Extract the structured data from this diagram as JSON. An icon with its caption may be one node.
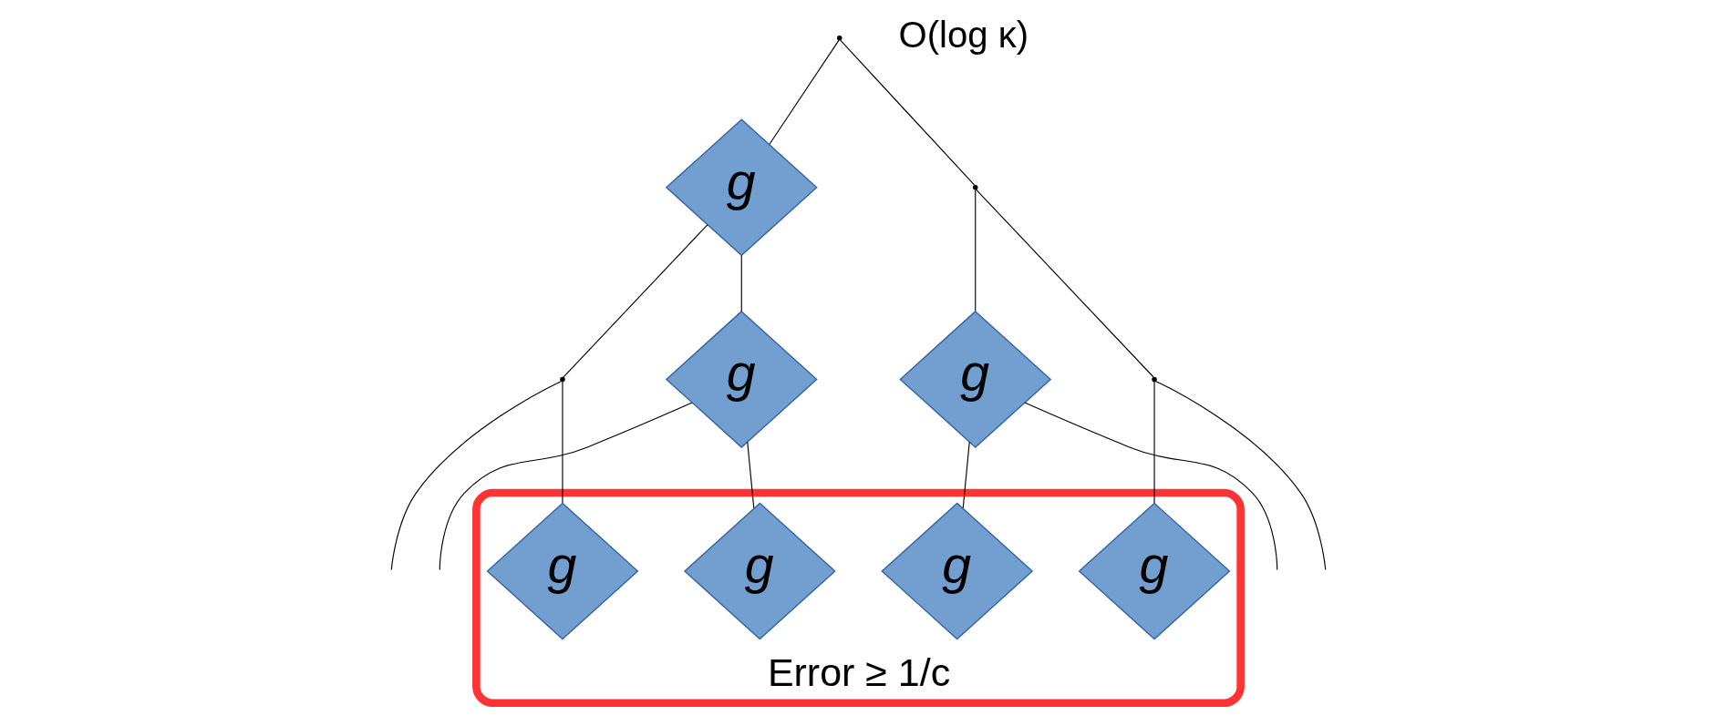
{
  "diagram": {
    "nodes": [
      {
        "text": [],
        "shape": "point"
      },
      {
        "text": [
          "g"
        ]
      },
      {
        "text": [],
        "shape": "point"
      },
      {
        "text": [
          "g"
        ]
      },
      {
        "text": [],
        "shape": "point"
      },
      {
        "text": [
          "g"
        ]
      },
      {
        "text": [],
        "shape": "point"
      },
      {
        "text": [
          "Error ≥ 1/c"
        ]
      },
      {
        "text": [
          "g"
        ],
        "in": 7
      },
      {
        "text": [
          "g"
        ],
        "in": 7
      },
      {
        "text": [
          "g"
        ],
        "in": 7
      },
      {
        "text": [
          "g"
        ],
        "in": 7
      }
    ],
    "edges": [
      {
        "from": 0,
        "to": 1,
        "arrow": "none"
      },
      {
        "from": 0,
        "to": 2,
        "arrow": "none"
      },
      {
        "from": 1,
        "to": 3,
        "arrow": "none"
      },
      {
        "from": 1,
        "to": 4,
        "arrow": "none"
      },
      {
        "from": 2,
        "to": 5,
        "arrow": "none"
      },
      {
        "from": 2,
        "to": 6,
        "arrow": "none"
      },
      {
        "from": 3,
        "to": null,
        "arrow": "none"
      },
      {
        "from": 3,
        "to": 8,
        "arrow": "none"
      },
      {
        "from": 4,
        "to": 9,
        "arrow": "none"
      },
      {
        "from": 4,
        "to": null,
        "arrow": "none"
      },
      {
        "from": 5,
        "to": 10,
        "arrow": "none"
      },
      {
        "from": 5,
        "to": null,
        "arrow": "none"
      },
      {
        "from": 6,
        "to": 11,
        "arrow": "none"
      },
      {
        "from": 6,
        "to": null,
        "arrow": "none"
      }
    ],
    "labels": [
      "O(log κ)"
    ]
  }
}
